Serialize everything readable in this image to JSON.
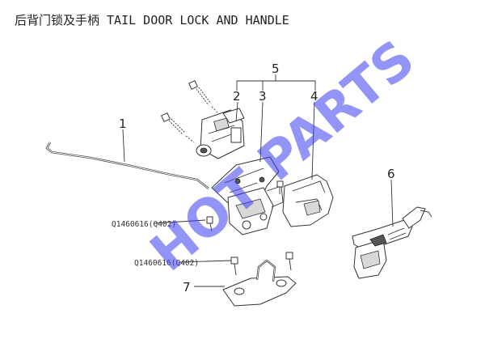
{
  "title": "后背门锁及手柄 TAIL DOOR LOCK AND HANDLE",
  "callouts": {
    "c1": "1",
    "c2": "2",
    "c3": "3",
    "c4": "4",
    "c5": "5",
    "c6": "6",
    "c7": "7"
  },
  "part_numbers": {
    "bolt_lock": "Q1460616(Q402)",
    "bolt_striker": "Q1460616(Q402)"
  },
  "watermark": "HOT PARTS",
  "colors": {
    "watermark": "#3b3df0",
    "line": "#333333"
  }
}
